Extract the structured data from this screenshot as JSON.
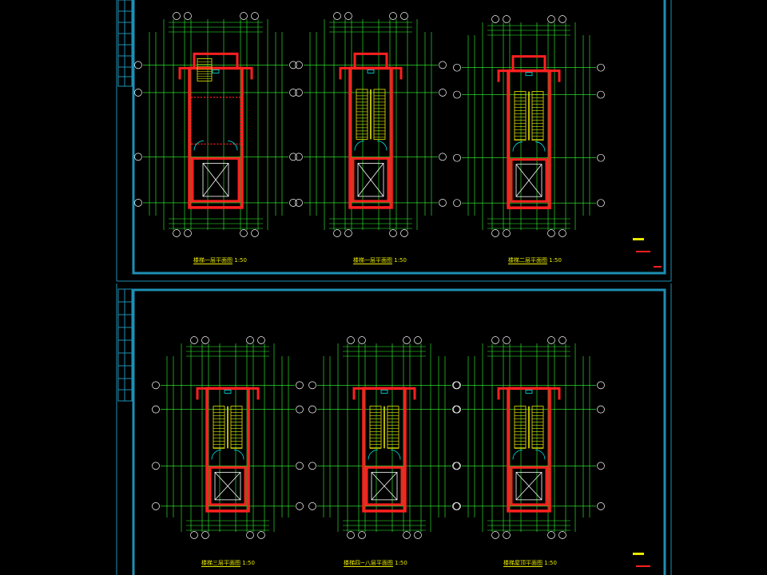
{
  "colors": {
    "background": "#000000",
    "frame": "#1e8fb4",
    "grid": "#33ff33",
    "wall": "#ff2020",
    "stair": "#e8e800",
    "cyan": "#00e5e5",
    "white": "#ffffff"
  },
  "sheets": [
    {
      "plans": [
        {
          "title": "楼梯一层平面图",
          "scale": "1:50"
        },
        {
          "title": "楼梯一层平面图",
          "scale": "1:50"
        },
        {
          "title": "楼梯二层平面图",
          "scale": "1:50"
        }
      ]
    },
    {
      "plans": [
        {
          "title": "楼梯三层平面图",
          "scale": "1:50"
        },
        {
          "title": "楼梯四~八层平面图",
          "scale": "1:50"
        },
        {
          "title": "楼梯屋顶平面图",
          "scale": "1:50"
        }
      ]
    }
  ],
  "legend": {
    "swatches": [
      "yellow",
      "red",
      "red"
    ]
  }
}
